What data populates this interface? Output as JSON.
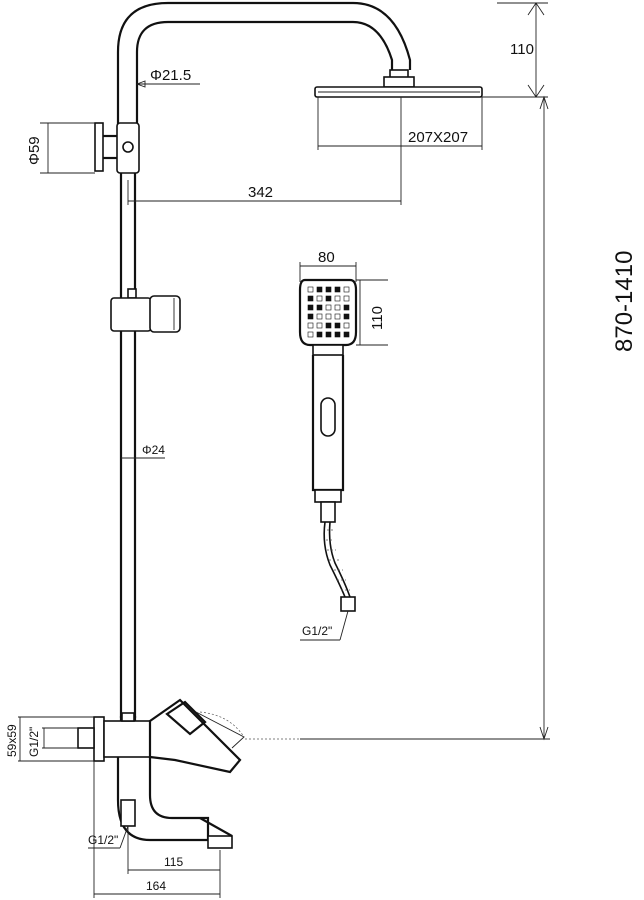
{
  "dimensions": {
    "head_drop": "110",
    "arm_pipe_dia": "Φ21.5",
    "wall_flange_dia": "Φ59",
    "head_size": "207X207",
    "arm_reach": "342",
    "total_height": "870-1410",
    "riser_dia": "Φ24",
    "hand_shower_width": "80",
    "hand_shower_height": "110",
    "hose_thread": "G1/2\"",
    "mixer_flange": "59x59",
    "mixer_inlet_thread": "G1/2\"",
    "spout_outlet_thread": "G1/2\"",
    "spout_reach": "115",
    "overall_depth": "164"
  }
}
